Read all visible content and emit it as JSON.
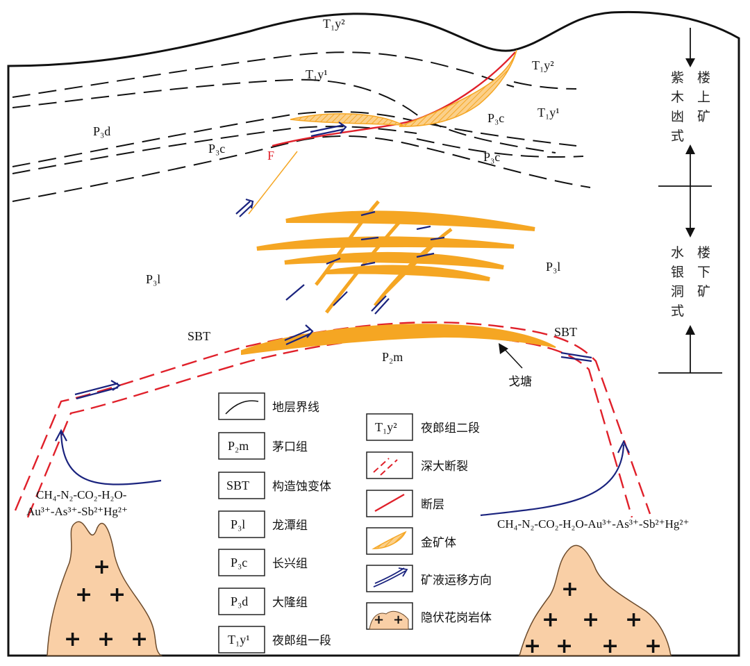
{
  "labels": {
    "t1y2_top": "T₁y²",
    "t1y1_mid": "T₁y¹",
    "t1y2_right": "T₁y²",
    "t1y1_right": "T₁y¹",
    "p3d": "P₃d",
    "p3c_left": "P₃c",
    "p3c_right_upper": "P₃c",
    "p3c_right_lower": "P₃c",
    "fault_F": "F",
    "p3l_left": "P₃l",
    "p3l_right": "P₃l",
    "sbt_left": "SBT",
    "sbt_right": "SBT",
    "p2m": "P₂m",
    "getang": "戈塘",
    "fluid_left_line1": "CH₄-N₂-CO₂-H₂O-",
    "fluid_left_line2": "Au³⁺-As³⁺-Sb²⁺Hg²⁺",
    "fluid_right": "CH₄-N₂-CO₂-H₂O-Au³⁺-As³⁺-Sb²⁺Hg²⁺"
  },
  "side_labels": {
    "upper_col1": [
      "紫",
      "木",
      "凼",
      "式"
    ],
    "upper_col2": [
      "楼",
      "上",
      "矿"
    ],
    "lower_col1": [
      "水",
      "银",
      "洞",
      "式"
    ],
    "lower_col2": [
      "楼",
      "下",
      "矿"
    ]
  },
  "legend_left": [
    {
      "symbol": "stratum-boundary",
      "code": "",
      "name": "地层界线"
    },
    {
      "symbol": "code",
      "code": "P₂m",
      "name": "茅口组"
    },
    {
      "symbol": "code",
      "code": "SBT",
      "name": "构造蚀变体"
    },
    {
      "symbol": "code",
      "code": "P₃l",
      "name": "龙潭组"
    },
    {
      "symbol": "code",
      "code": "P₃c",
      "name": "长兴组"
    },
    {
      "symbol": "code",
      "code": "P₃d",
      "name": "大隆组"
    },
    {
      "symbol": "code",
      "code": "T₁y¹",
      "name": "夜郎组一段"
    }
  ],
  "legend_right": [
    {
      "symbol": "code",
      "code": "T₁y²",
      "name": "夜郎组二段"
    },
    {
      "symbol": "deep-fault",
      "code": "",
      "name": "深大断裂"
    },
    {
      "symbol": "fault",
      "code": "",
      "name": "断层"
    },
    {
      "symbol": "gold-orebody",
      "code": "",
      "name": "金矿体"
    },
    {
      "symbol": "fluid-migration",
      "code": "",
      "name": "矿液运移方向"
    },
    {
      "symbol": "granite",
      "code": "",
      "name": "隐伏花岗岩体"
    }
  ],
  "colors": {
    "fault_red": "#e0202a",
    "ore_orange": "#f5a623",
    "granite_fill": "#f9cfa6",
    "granite_stroke": "#6b4a2b",
    "flow_blue": "#1a237e"
  }
}
